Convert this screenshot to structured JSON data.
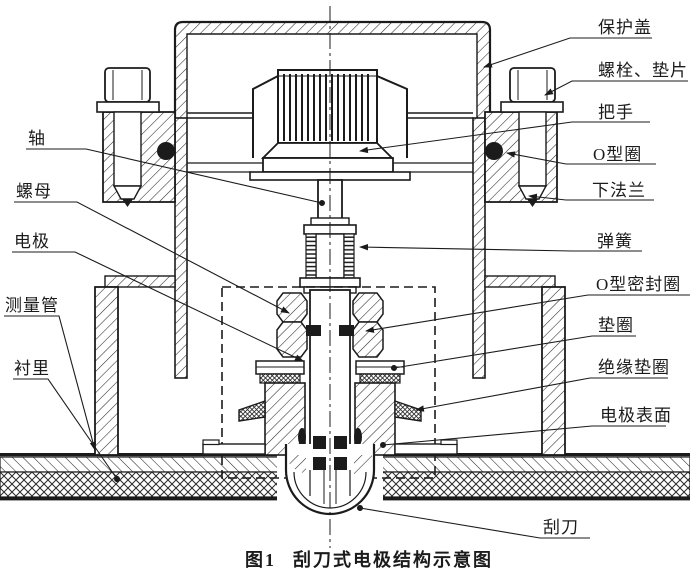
{
  "figure": {
    "caption_prefix": "图1",
    "caption_title": "刮刀式电极结构示意图"
  },
  "labels": {
    "left": [
      {
        "id": "shaft",
        "text": "轴"
      },
      {
        "id": "nut",
        "text": "螺母"
      },
      {
        "id": "electrode",
        "text": "电极"
      },
      {
        "id": "measuring-tube",
        "text": "测量管"
      },
      {
        "id": "lining",
        "text": "衬里"
      }
    ],
    "right": [
      {
        "id": "protective-cover",
        "text": "保护盖"
      },
      {
        "id": "bolt-washer",
        "text": "螺栓、垫片"
      },
      {
        "id": "handle",
        "text": "把手"
      },
      {
        "id": "o-ring",
        "text": "O型圈"
      },
      {
        "id": "lower-flange",
        "text": "下法兰"
      },
      {
        "id": "spring",
        "text": "弹簧"
      },
      {
        "id": "o-seal-ring",
        "text": "O型密封圈"
      },
      {
        "id": "washer",
        "text": "垫圈"
      },
      {
        "id": "insulating-washer",
        "text": "绝缘垫圈"
      },
      {
        "id": "electrode-surface",
        "text": "电极表面"
      },
      {
        "id": "scraper",
        "text": "刮刀"
      }
    ]
  },
  "colors": {
    "ink": "#1b1b1b",
    "background": "#ffffff"
  }
}
